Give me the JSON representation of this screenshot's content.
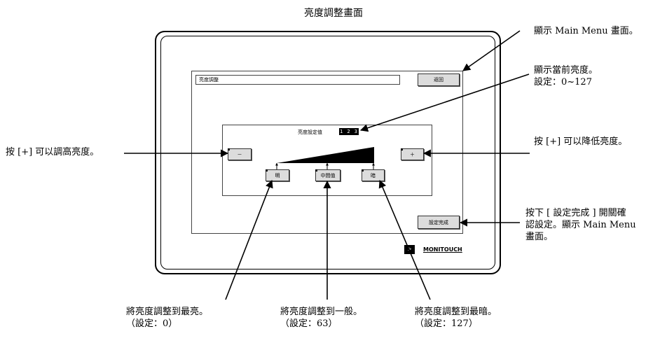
{
  "title": "亮度調整畫面",
  "screen": {
    "title_box": "亮度調整",
    "return_button": "返回",
    "setting_label": "亮度設定值",
    "setting_value": "1 2 3",
    "minus_button": "－",
    "plus_button": "＋",
    "bright_button": "明",
    "middle_button": "中間值",
    "dark_button": "暗",
    "complete_button": "設定完成"
  },
  "logo": {
    "mark": "ᐳ",
    "text": "MONITOUCH"
  },
  "annotations": {
    "main_menu": "顯示 Main Menu 畫面。",
    "current_brightness": "顯示當前亮度。\n設定：0~127",
    "minus_note": "按 [+] 可以調高亮度。",
    "plus_note": "按 [+] 可以降低亮度。",
    "complete_note": "按下 [ 設定完成 ] 開關確\n認設定。顯示 Main Menu\n畫面。",
    "bright_note": "將亮度調整到最亮。\n（設定：0）",
    "middle_note": "將亮度調整到一般。\n（設定：63）",
    "dark_note": "將亮度調整到最暗。\n（設定：127）"
  }
}
